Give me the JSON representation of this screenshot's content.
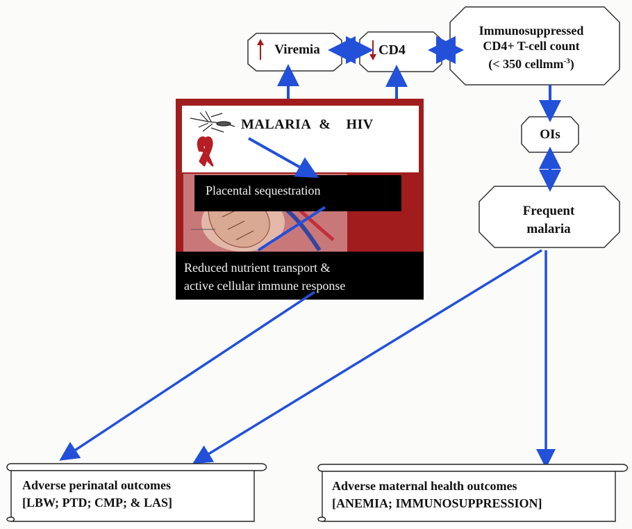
{
  "nodes": {
    "viremia": "Viremia",
    "cd4": "CD4",
    "immuno_line1": "Immunosuppressed",
    "immuno_line2": "CD4+ T-cell count",
    "immuno_line3_prefix": "(< 350 cellmm",
    "immuno_line3_sup": "-3",
    "immuno_line3_suffix": ")",
    "ois": "OIs",
    "frequent_line1": "Frequent",
    "frequent_line2": "malaria"
  },
  "central_panel": {
    "title_malaria": "MALARIA",
    "title_amp": "&",
    "title_hiv": "HIV",
    "placental": "Placental sequestration",
    "reduced_line1": "Reduced nutrient transport &",
    "reduced_line2": "active cellular immune response"
  },
  "outcomes": {
    "perinatal_line1": "Adverse perinatal outcomes",
    "perinatal_line2": "[LBW; PTD; CMP; & LAS]",
    "maternal_line1": "Adverse maternal health outcomes",
    "maternal_line2": "[ANEMIA; IMMUNOSUPPRESSION]"
  },
  "colors": {
    "arrow": "#2250d8",
    "panel_red": "#a11d1d",
    "ribbon": "#b51e24",
    "up_arrow": "#a11d1d",
    "down_arrow": "#a11d1d"
  }
}
